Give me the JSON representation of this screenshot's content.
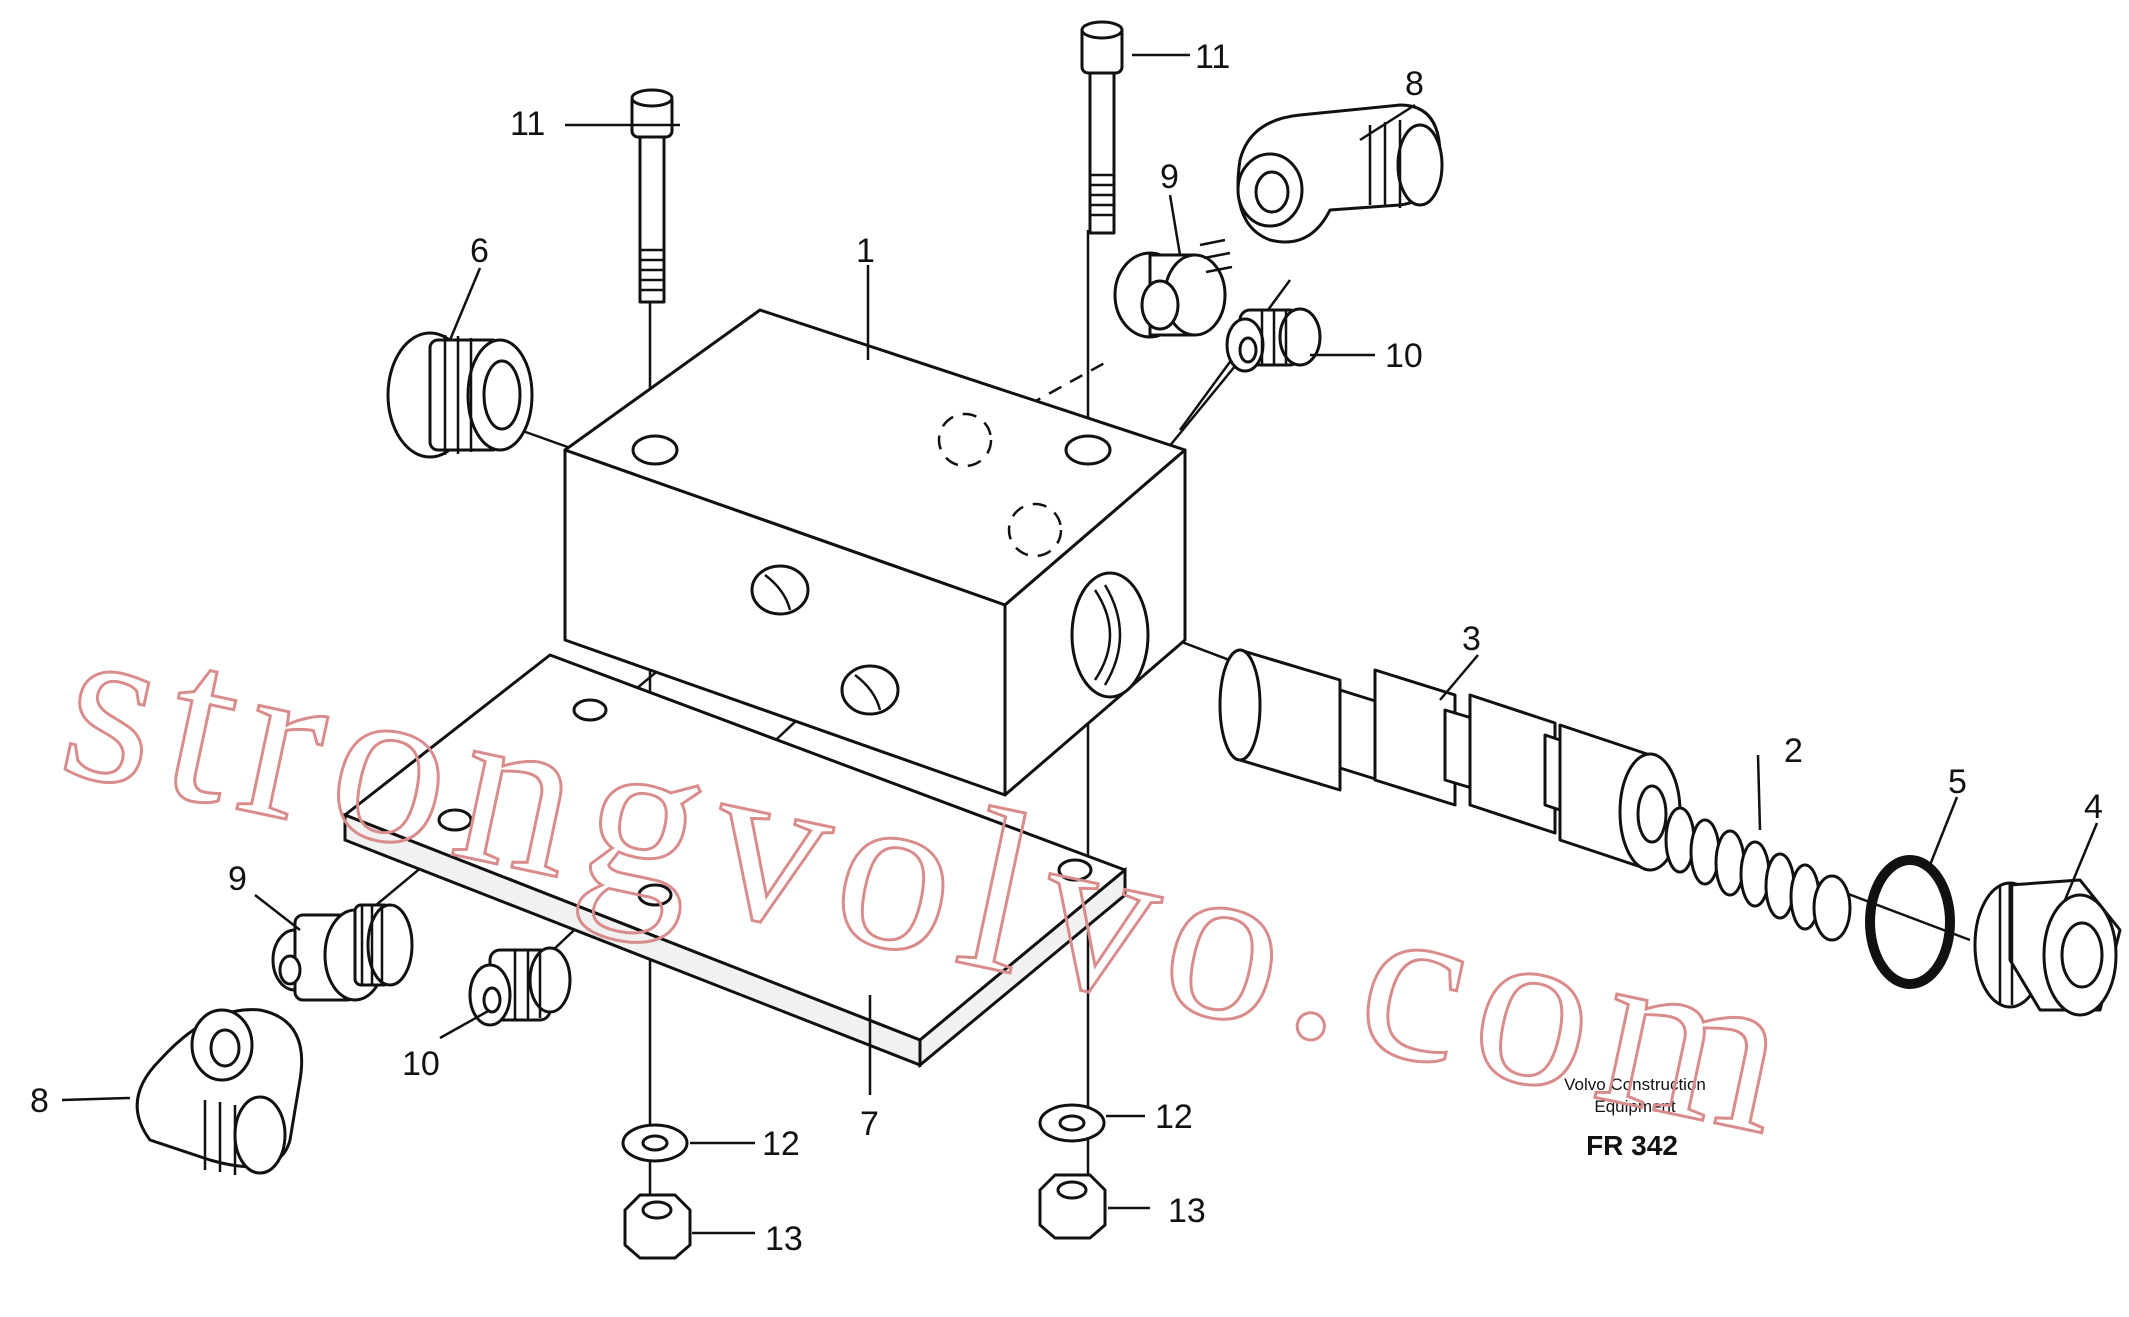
{
  "callouts": {
    "c1": "1",
    "c2": "2",
    "c3": "3",
    "c4": "4",
    "c5": "5",
    "c6": "6",
    "c7": "7",
    "c8a": "8",
    "c8b": "8",
    "c9a": "9",
    "c9b": "9",
    "c10a": "10",
    "c10b": "10",
    "c11a": "11",
    "c11b": "11",
    "c12a": "12",
    "c12b": "12",
    "c13a": "13",
    "c13b": "13"
  },
  "caption": {
    "line1": "Volvo Construction",
    "line2": "Equipment",
    "figure_ref": "FR 342"
  },
  "watermark": "strongvolvo.com",
  "colors": {
    "ink": "#111111",
    "watermark": "#d98c8c",
    "background": "#ffffff"
  }
}
